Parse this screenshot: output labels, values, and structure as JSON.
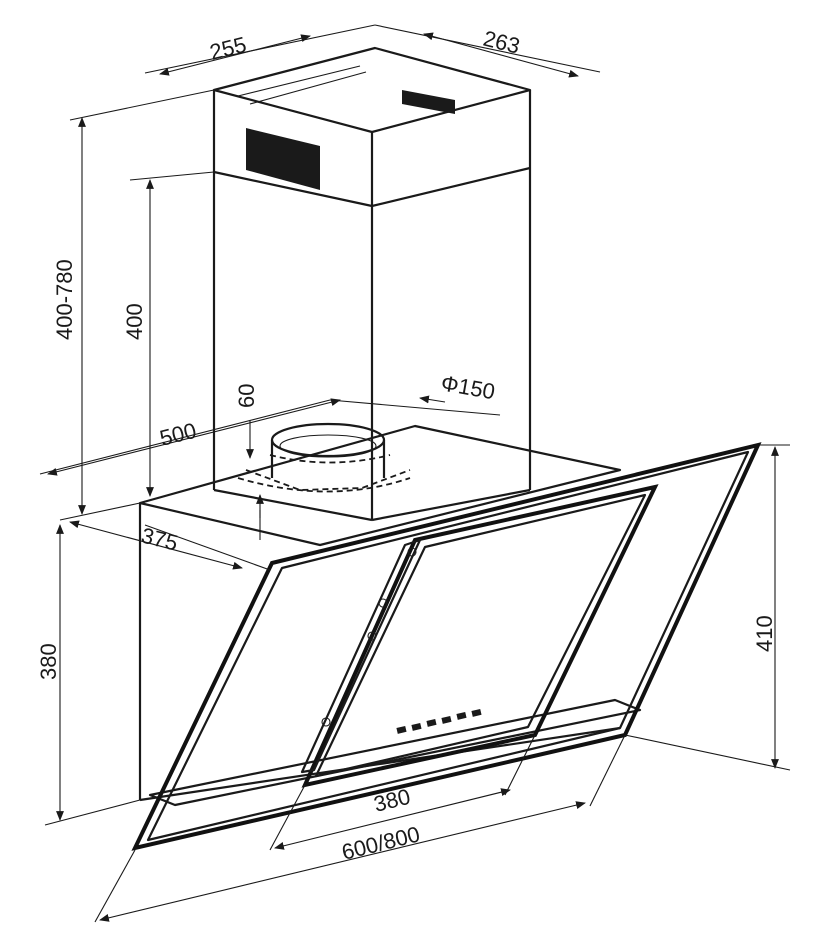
{
  "dimensions": {
    "chimney_width": "255",
    "chimney_depth": "263",
    "chimney_height_range": "400-780",
    "chimney_height": "400",
    "outlet_offset": "60",
    "outlet_diameter": "Φ150",
    "outlet_position": "500",
    "body_depth": "375",
    "body_height": "380",
    "glass_height": "410",
    "filter_width": "380",
    "overall_width": "600/800"
  }
}
